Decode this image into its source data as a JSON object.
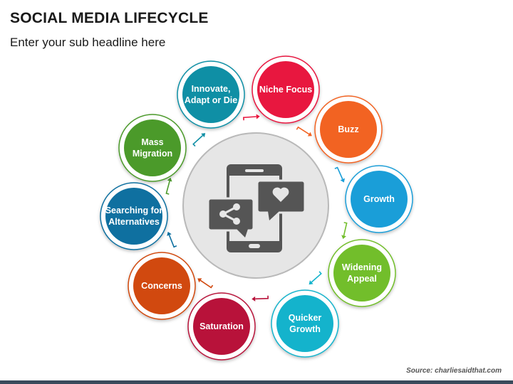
{
  "title": "SOCIAL MEDIA LIFECYCLE",
  "subtitle": "Enter your sub headline here",
  "source": "Source: charliesaidthat.com",
  "center": {
    "icon": "smartphone-chat-icon"
  },
  "stages": [
    {
      "id": "niche-focus",
      "lines": [
        "Niche Focus"
      ],
      "color": "#e8173f"
    },
    {
      "id": "buzz",
      "lines": [
        "Buzz"
      ],
      "color": "#f26322"
    },
    {
      "id": "growth",
      "lines": [
        "Growth"
      ],
      "color": "#1a9ed8"
    },
    {
      "id": "widening-appeal",
      "lines": [
        "Widening",
        "Appeal"
      ],
      "color": "#72be2b"
    },
    {
      "id": "quicker-growth",
      "lines": [
        "Quicker",
        "Growth"
      ],
      "color": "#14b3cc"
    },
    {
      "id": "saturation",
      "lines": [
        "Saturation"
      ],
      "color": "#b8123a"
    },
    {
      "id": "concerns",
      "lines": [
        "Concerns"
      ],
      "color": "#d1490f"
    },
    {
      "id": "searching-for-alternatives",
      "lines": [
        "Searching for",
        "Alternatives"
      ],
      "color": "#0f70a0"
    },
    {
      "id": "mass-migration",
      "lines": [
        "Mass",
        "Migration"
      ],
      "color": "#4b9a2a"
    },
    {
      "id": "innovate-adapt-or-die",
      "lines": [
        "Innovate,",
        "Adapt or Die"
      ],
      "color": "#0f8fa5"
    }
  ]
}
